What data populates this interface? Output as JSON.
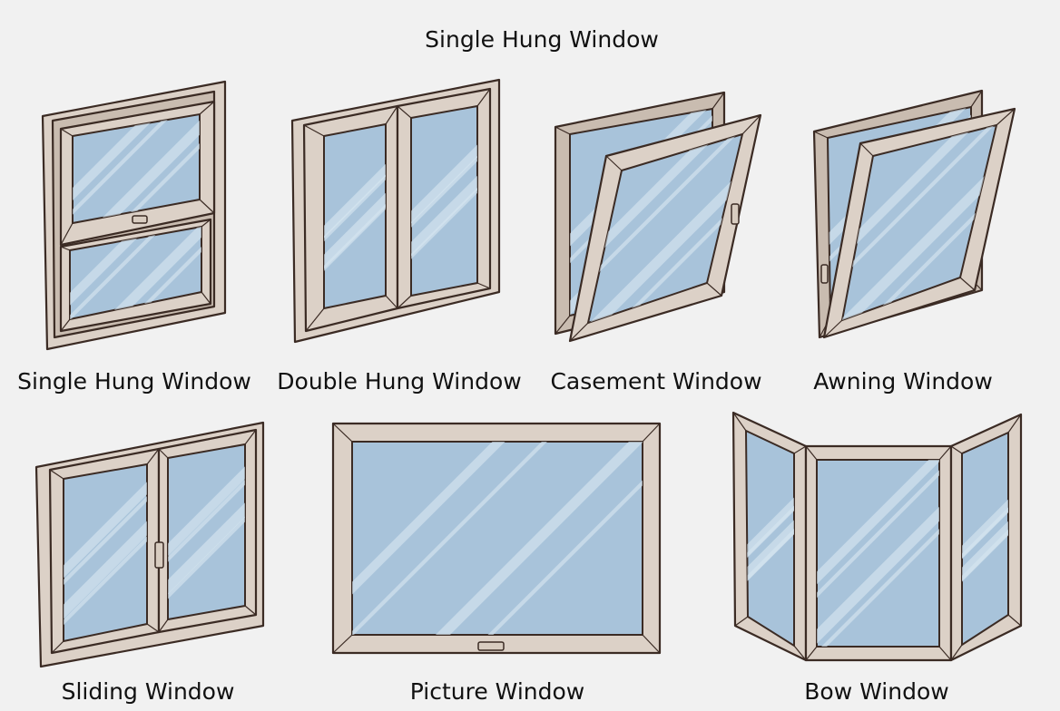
{
  "title": "Single Hung Window",
  "labels": {
    "single_hung": "Single Hung Window",
    "double_hung": "Double Hung Window",
    "casement": "Casement Window",
    "awning": "Awning Window",
    "sliding": "Sliding Window",
    "picture": "Picture Window",
    "bow": "Bow Window"
  },
  "colors": {
    "background": "#f1f1f1",
    "frame": "#dcd1c7",
    "frame_shade": "#c9bcb0",
    "outline": "#3b2b24",
    "glass": "#a8c3da",
    "reflection": "#d6e5f0"
  }
}
